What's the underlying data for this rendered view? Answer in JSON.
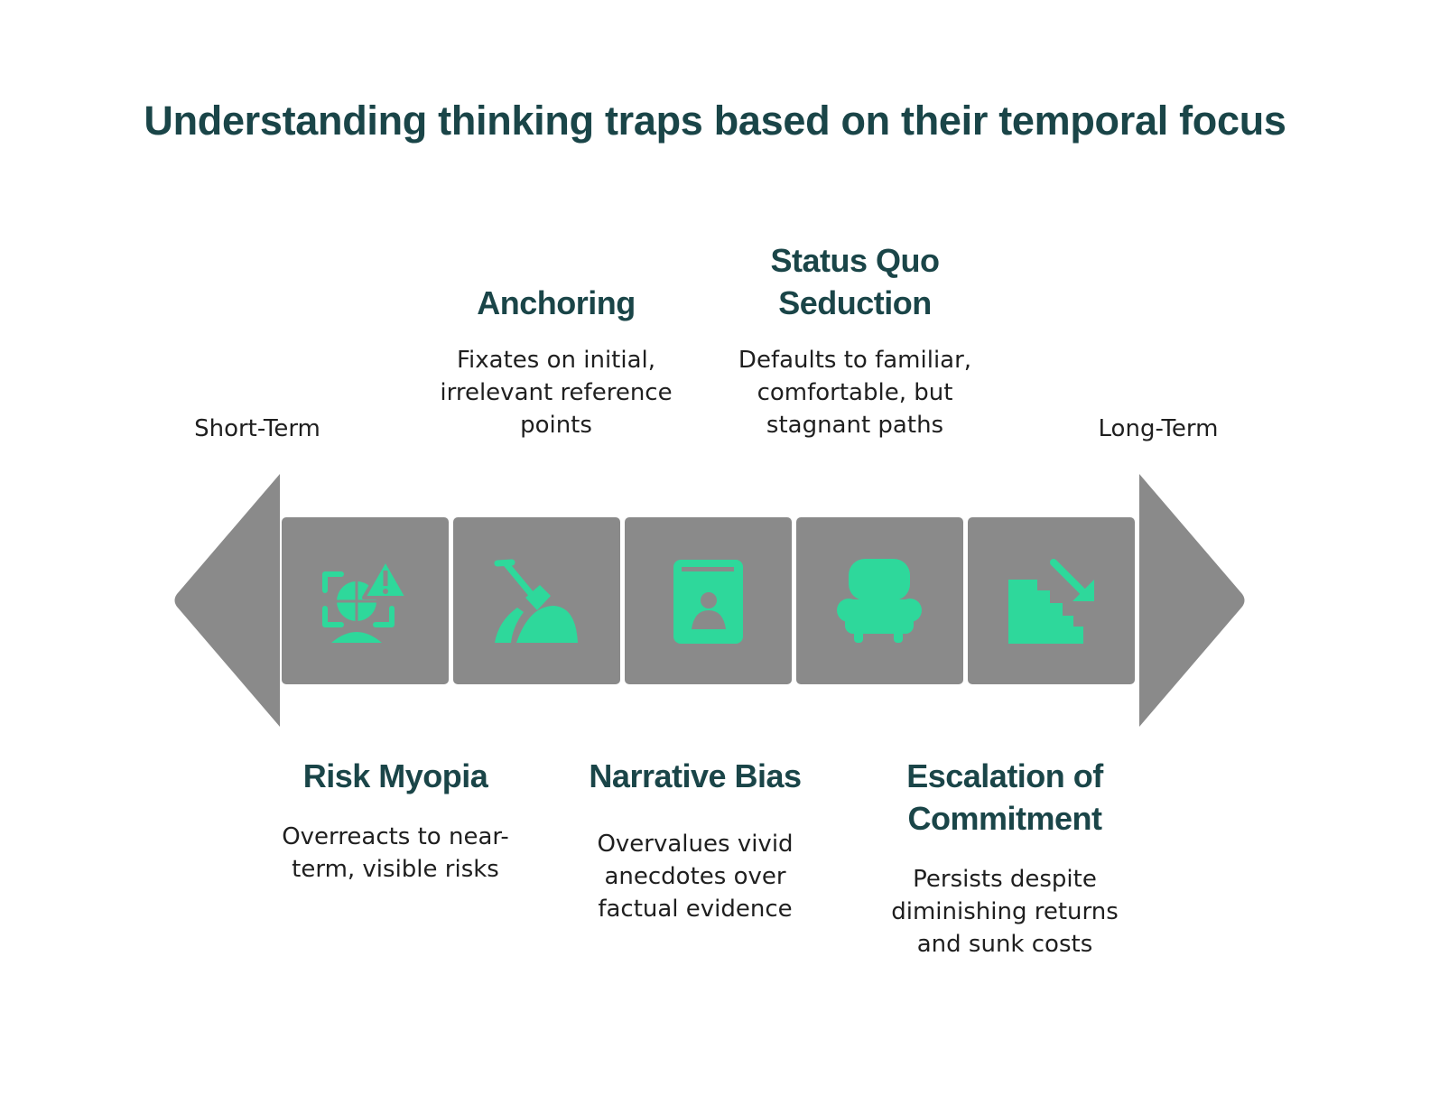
{
  "title": "Understanding thinking traps based on their temporal focus",
  "axis": {
    "start_label": "Short-Term",
    "end_label": "Long-Term"
  },
  "colors": {
    "heading": "#1a4548",
    "body_text": "#1f1f1f",
    "arrow_gray": "#8a8a8a",
    "icon_green": "#2ed89b"
  },
  "traps": [
    {
      "id": "risk-myopia",
      "icon": "risk-myopia-icon",
      "position": "bottom",
      "title_lines": [
        "Risk Myopia"
      ],
      "desc_lines": [
        "Overreacts to near-",
        "term, visible risks"
      ]
    },
    {
      "id": "anchoring",
      "icon": "shovel-icon",
      "position": "top",
      "title_lines": [
        "Anchoring"
      ],
      "desc_lines": [
        "Fixates on initial,",
        "irrelevant reference",
        "points"
      ]
    },
    {
      "id": "narrative-bias",
      "icon": "contact-book-icon",
      "position": "bottom",
      "title_lines": [
        "Narrative Bias"
      ],
      "desc_lines": [
        "Overvalues vivid",
        "anecdotes over",
        "factual evidence"
      ]
    },
    {
      "id": "status-quo-seduction",
      "icon": "armchair-icon",
      "position": "top",
      "title_lines": [
        "Status Quo",
        "Seduction"
      ],
      "desc_lines": [
        "Defaults to familiar,",
        "comfortable, but",
        "stagnant paths"
      ]
    },
    {
      "id": "escalation-of-commitment",
      "icon": "stairs-down-arrow-icon",
      "position": "bottom",
      "title_lines": [
        "Escalation of",
        "Commitment"
      ],
      "desc_lines": [
        "Persists despite",
        "diminishing returns",
        "and sunk costs"
      ]
    }
  ]
}
